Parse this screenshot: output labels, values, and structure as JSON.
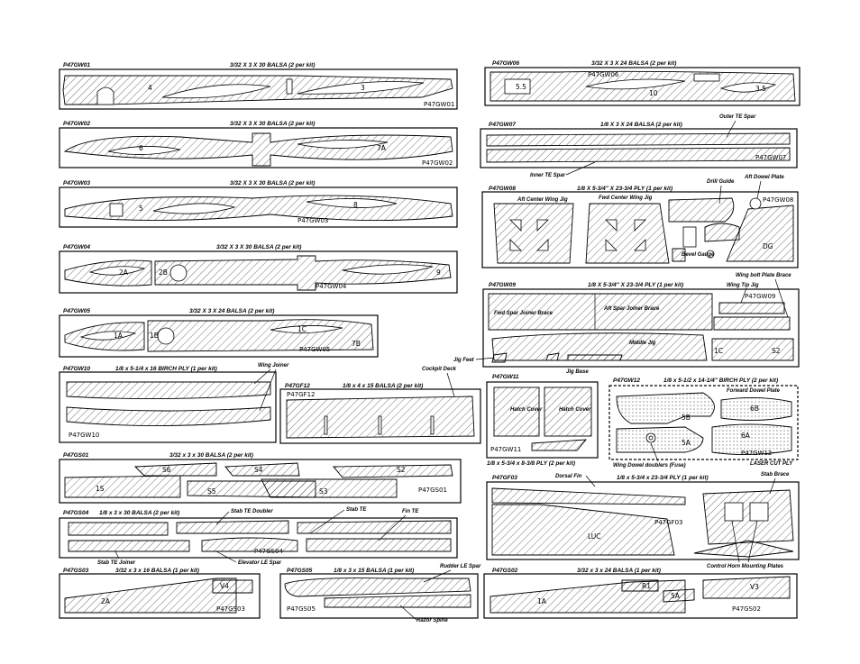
{
  "sheets": {
    "gw01": {
      "id": "P47GW01",
      "spec": "3/32 X 3 X 30 BALSA (2 per kit)",
      "tag": "P47GW01",
      "parts": [
        "4",
        "3"
      ]
    },
    "gw02": {
      "id": "P47GW02",
      "spec": "3/32 X 3 X 30 BALSA (2 per kit)",
      "tag": "P47GW02",
      "parts": [
        "6",
        "7A"
      ]
    },
    "gw03": {
      "id": "P47GW03",
      "spec": "3/32 X 3 X 30 BALSA (2 per kit)",
      "tag": "P47GW03",
      "parts": [
        "5",
        "8"
      ]
    },
    "gw04": {
      "id": "P47GW04",
      "spec": "3/32 X 3 X 30 BALSA (2 per kit)",
      "tag": "P47GW04",
      "parts": [
        "2A",
        "2B",
        "9"
      ]
    },
    "gw05": {
      "id": "P47GW05",
      "spec": "3/32 X 3 X 24 BALSA (2 per kit)",
      "tag": "P47GW05",
      "parts": [
        "1A",
        "1B",
        "1C",
        "7B"
      ]
    },
    "gw06": {
      "id": "P47GW06",
      "spec": "3/32 X 3 X 24 BALSA (2 per kit)",
      "tag": "P47GW06",
      "parts": [
        "5.5",
        "10",
        "3.5"
      ]
    },
    "gw07": {
      "id": "P47GW07",
      "spec": "1/8 X 3 X 24 BALSA (2 per kit)",
      "tag": "P47GW07"
    },
    "gw08": {
      "id": "P47GW08",
      "spec": "1/8 X 5-3/4\" X 23-3/4 PLY (1 per kit)",
      "tag": "P47GW08",
      "parts": [
        "DG"
      ]
    },
    "gw09": {
      "id": "P47GW09",
      "spec": "1/8 X 5-3/4\" X 23-3/4 PLY (1 per kit)",
      "tag": "P47GW09",
      "parts": [
        "1C",
        "S2"
      ]
    },
    "gw10": {
      "id": "P47GW10",
      "spec": "1/8 x 5-1/4 x 16 BIRCH PLY (1 per kit)",
      "tag": "P47GW10"
    },
    "gf12": {
      "id": "P47GF12",
      "spec": "1/8 x 4 x 15 BALSA (2 per kit)",
      "tag": "P47GF12"
    },
    "gw11": {
      "id": "P47GW11",
      "spec": "1/8 x 5-3/4 x 8-3/8 PLY (2 per kit)",
      "tag": "P47GW11"
    },
    "gw12": {
      "id": "P47GW12",
      "spec": "1/8 x 5-1/2 x 14-1/4\" BIRCH PLY (2 per kit)",
      "tag": "P47GW12",
      "parts": [
        "5B",
        "6B",
        "5A",
        "6A"
      ]
    },
    "gs01": {
      "id": "P47GS01",
      "spec": "3/32 x 3 x 30 BALSA (2 per kit)",
      "tag": "P47GS01",
      "parts": [
        "S6",
        "S4",
        "S2",
        "1S",
        "S5",
        "S3"
      ]
    },
    "gf03": {
      "id": "P47GF03",
      "spec": "1/8 x 5-3/4 x 23-3/4 PLY (1 per kit)",
      "tag": "P47GF03",
      "parts": [
        "LUC"
      ]
    },
    "gs04": {
      "id": "P47GS04",
      "spec": "1/8 x 3 x 30 BALSA (2 per kit)",
      "tag": "P47GS04"
    },
    "gs03": {
      "id": "P47GS03",
      "spec": "3/32 x 3 x 16 BALSA (1 per kit)",
      "tag": "P47GS03",
      "parts": [
        "V4",
        "2A"
      ]
    },
    "gs05": {
      "id": "P47GS05",
      "spec": "1/8 x 3 x 15 BALSA (1 per kit)",
      "tag": "P47GS05"
    },
    "gs02": {
      "id": "P47GS02",
      "spec": "3/32 x 3 x 24 BALSA (1 per kit)",
      "tag": "P47GS02",
      "parts": [
        "1A",
        "R1",
        "5A",
        "V3"
      ]
    }
  },
  "callouts": {
    "outer_te_spar": "Outer TE Spar",
    "inner_te_spar": "Inner TE Spar",
    "drill_guide": "Drill Guide",
    "aft_dowel_plate": "Aft Dowel Plate",
    "aft_center_wing_jig": "Aft Center Wing Jig",
    "fwd_center_wing_jig": "Fwd Center Wing Jig",
    "bevel_gauge": "Bevel Gauge",
    "wing_bolt_plate_brace": "Wing bolt Plate Brace",
    "wing_tip_jig": "Wing Tip Jig",
    "fwd_spar_joiner_brace": "Fwd Spar Joiner Brace",
    "aft_spar_joiner_brace": "Aft Spar Joiner Brace",
    "middle_jig": "Middle Jig",
    "jig_feet": "Jig Feet",
    "jig_base": "Jig Base",
    "wing_joiner": "Wing Joiner",
    "cockpit_deck": "Cockpit Deck",
    "hatch_cover_1": "Hatch Cover",
    "hatch_cover_2": "Hatch Cover",
    "forward_dowel_plate": "Forward Dowel Plate",
    "wing_dowel_doublers": "Wing Dowel doublers (Fuse)",
    "laser_cut_ply": "LASER CUT PLY",
    "stab_brace": "Stab Brace",
    "dorsal_fin": "Dorsal Fin",
    "stab_te_doubler": "Stab TE Doubler",
    "stab_te": "Stab TE",
    "fin_te": "Fin TE",
    "stab_te_joiner": "Stab TE Joiner",
    "elevator_le_spar": "Elevator LE Spar",
    "control_horn_mounting_plates": "Control Horn Mounting Plates",
    "rudder_le_spar": "Rudder LE Spar",
    "razor_spine": "Razor Spine"
  }
}
